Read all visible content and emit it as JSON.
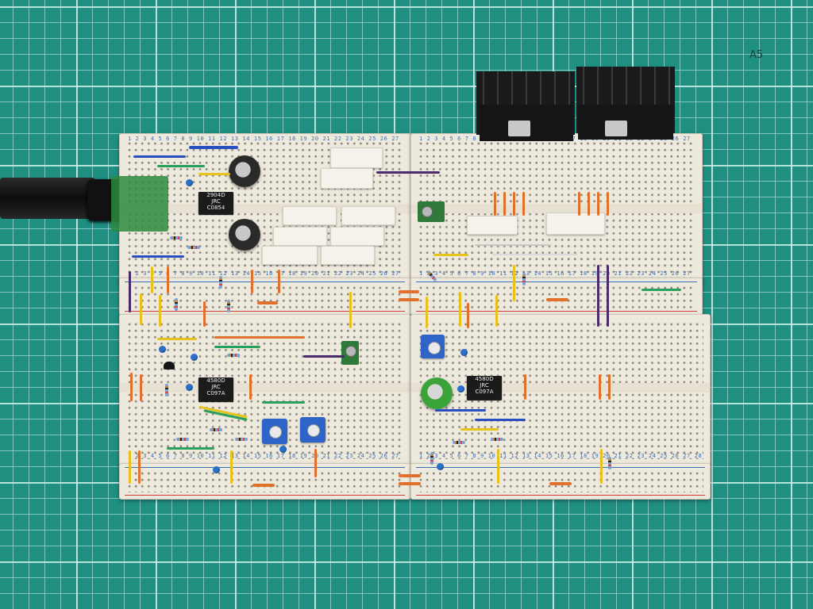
{
  "scene": {
    "description_label": "",
    "mat_marker": "A5",
    "colors": {
      "mat": "#1f8f82",
      "breadboard": "#eee9dd",
      "rail_red": "#d23a3a",
      "rail_blue": "#3b6fb7",
      "heatsink": "#1a1a1a",
      "wire_orange": "#e0702a",
      "wire_yellow": "#e8c21c",
      "wire_blue": "#2a4fc0",
      "wire_green": "#2aa05a",
      "wire_purple": "#4a2a6a",
      "pot_blue": "#2e64c7"
    }
  },
  "chips": {
    "top_left": {
      "line1": "2904D",
      "line2": "JRC",
      "line3": "C0854"
    },
    "mid_left": {
      "line1": "4580D",
      "line2": "JRC",
      "line3": "C097A"
    },
    "mid_right": {
      "line1": "4580D",
      "line2": "JRC",
      "line3": "C097A"
    }
  },
  "board_numbers": "1 2 3 4 5 6 7 8 9 10 11 12 13 14 15 16 17 18 19 20 21 22 23 24 25 26 27 28 29 30"
}
